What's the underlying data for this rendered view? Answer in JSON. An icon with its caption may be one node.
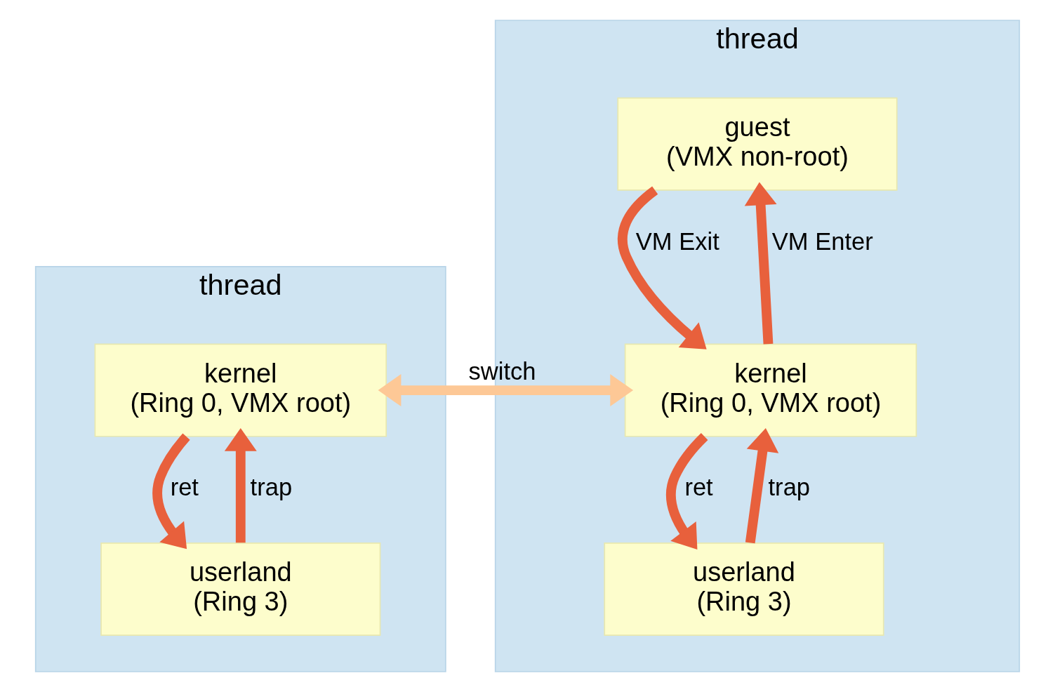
{
  "diagram": {
    "nodes": [
      {
        "text": [
          "thread"
        ]
      },
      {
        "text": [
          "kernel",
          "(Ring 0, VMX root)"
        ],
        "in": 0
      },
      {
        "text": [
          "userland",
          "(Ring 3)"
        ],
        "in": 0
      },
      {
        "text": [
          "thread"
        ]
      },
      {
        "text": [
          "guest",
          "(VMX non-root)"
        ],
        "in": 3
      },
      {
        "text": [
          "kernel",
          "(Ring 0, VMX root)"
        ],
        "in": 3
      },
      {
        "text": [
          "userland",
          "(Ring 3)"
        ],
        "in": 3
      }
    ],
    "edges": [
      {
        "from": 2,
        "to": 1,
        "arrow": "to",
        "label": "trap"
      },
      {
        "from": 1,
        "to": 2,
        "arrow": "to",
        "label": "ret"
      },
      {
        "from": 1,
        "to": 5,
        "arrow": "both",
        "label": "switch",
        "color": "#fdc896"
      },
      {
        "from": 5,
        "to": 4,
        "arrow": "to",
        "label": "VM Enter"
      },
      {
        "from": 4,
        "to": 5,
        "arrow": "to",
        "label": "VM Exit"
      },
      {
        "from": 6,
        "to": 5,
        "arrow": "to",
        "label": "trap"
      },
      {
        "from": 5,
        "to": 6,
        "arrow": "to",
        "label": "ret"
      }
    ]
  }
}
